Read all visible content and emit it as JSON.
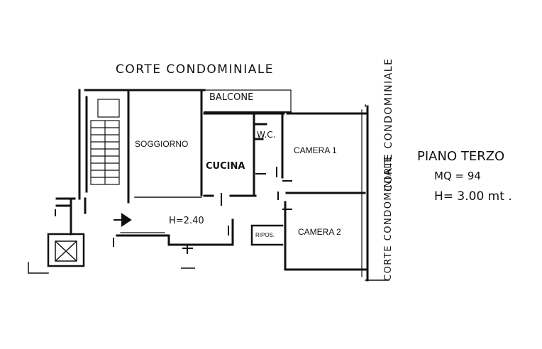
{
  "labels": {
    "top_courtyard": "CORTE CONDOMINIALE",
    "right_courtyard_a": "CORTE CONDOMINIALE",
    "right_courtyard_b": "CORTE CONDOMINIALE",
    "balcony": "BALCONE",
    "living": "SOGGIORNO",
    "kitchen": "CUCINA",
    "wc": "W.C.",
    "bedroom1": "CAMERA 1",
    "bedroom2": "CAMERA 2",
    "storage": "RIPOS.",
    "hall_height": "H=2.40"
  },
  "info": {
    "floor": "PIANO TERZO",
    "area": "MQ = 94",
    "height": "H= 3.00 mt ."
  }
}
